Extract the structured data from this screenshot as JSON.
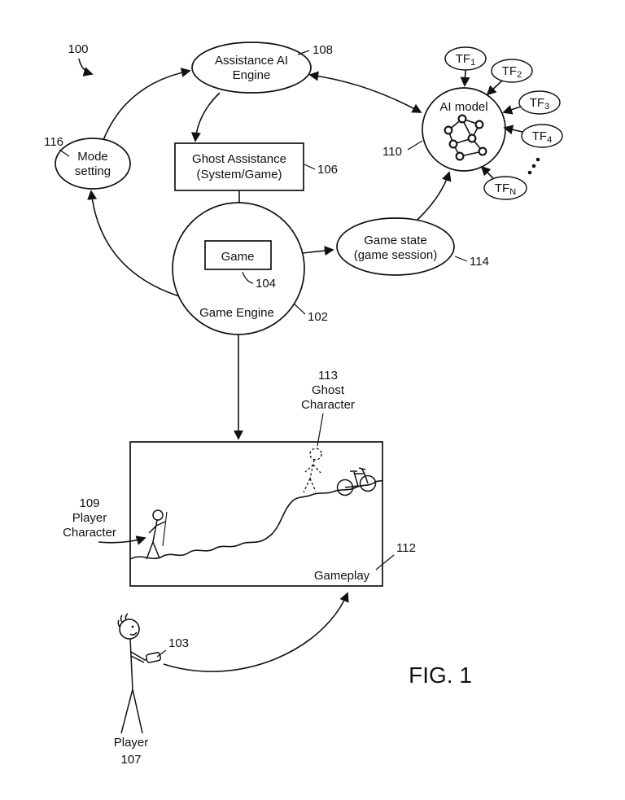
{
  "figure": {
    "title": "FIG. 1",
    "system_ref": "100"
  },
  "nodes": {
    "assistance_ai_engine": {
      "line1": "Assistance AI",
      "line2": "Engine",
      "ref": "108"
    },
    "ai_model": {
      "label": "AI model",
      "ref": "110"
    },
    "mode_setting": {
      "line1": "Mode",
      "line2": "setting",
      "ref": "116"
    },
    "ghost_assistance": {
      "line1": "Ghost Assistance",
      "line2": "(System/Game)",
      "ref": "106"
    },
    "game": {
      "label": "Game",
      "ref": "104"
    },
    "game_engine": {
      "label": "Game Engine",
      "ref": "102"
    },
    "game_state": {
      "line1": "Game state",
      "line2": "(game session)",
      "ref": "114"
    },
    "gameplay": {
      "label": "Gameplay",
      "ref": "112"
    }
  },
  "tf_inputs": [
    {
      "base": "TF",
      "sub": "1"
    },
    {
      "base": "TF",
      "sub": "2"
    },
    {
      "base": "TF",
      "sub": "3"
    },
    {
      "base": "TF",
      "sub": "4"
    },
    {
      "base": "TF",
      "sub": "N"
    }
  ],
  "annotations": {
    "ghost_character": {
      "ref": "113",
      "line1": "Ghost",
      "line2": "Character"
    },
    "player_character": {
      "ref": "109",
      "line1": "Player",
      "line2": "Character"
    },
    "controller": {
      "ref": "103"
    },
    "player": {
      "label": "Player",
      "ref": "107"
    }
  },
  "colors": {
    "ink": "#111111",
    "background": "#ffffff"
  }
}
